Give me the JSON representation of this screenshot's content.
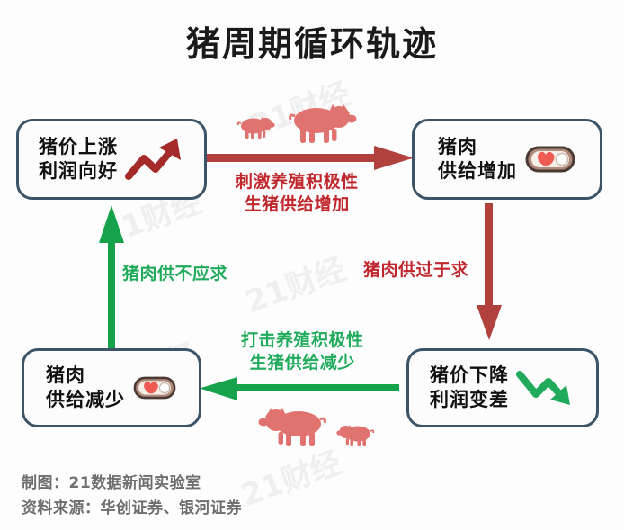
{
  "title": "猪周期循环轨迹",
  "colors": {
    "box_border": "#3c5468",
    "arrow_red": "#b0413d",
    "arrow_green": "#15a24a",
    "label_red": "#c0272d",
    "label_green": "#1faa5c",
    "title": "#1a1a1a",
    "footer": "#6e6e6e",
    "pig": "#e0736f",
    "background": "#fdfdfd"
  },
  "nodes": [
    {
      "id": "price-up",
      "line1": "猪价上涨",
      "line2": "利润向好",
      "icon": "trend-up-icon"
    },
    {
      "id": "supply-increase",
      "line1": "猪肉",
      "line2": "供给增加",
      "icon": "pork-meat-icon"
    },
    {
      "id": "price-down",
      "line1": "猪价下降",
      "line2": "利润变差",
      "icon": "trend-down-icon"
    },
    {
      "id": "supply-decrease",
      "line1": "猪肉",
      "line2": "供给减少",
      "icon": "pork-meat-icon"
    }
  ],
  "edges": [
    {
      "id": "top-edge",
      "line1": "刺激养殖积极性",
      "line2": "生猪供给增加",
      "color": "#c0272d",
      "direction": "right"
    },
    {
      "id": "right-edge",
      "line1": "猪肉供过于求",
      "line2": "",
      "color": "#c0272d",
      "direction": "down"
    },
    {
      "id": "bottom-edge",
      "line1": "打击养殖积极性",
      "line2": "生猪供给减少",
      "color": "#1faa5c",
      "direction": "left"
    },
    {
      "id": "left-edge",
      "line1": "猪肉供不应求",
      "line2": "",
      "color": "#1faa5c",
      "direction": "up"
    }
  ],
  "footer": {
    "line1": "制图：21数据新闻实验室",
    "line2": "资料来源：华创证券、银河证券"
  },
  "watermarks": [
    "21财经",
    "21财经",
    "21财经",
    "21财经",
    "21财经"
  ]
}
